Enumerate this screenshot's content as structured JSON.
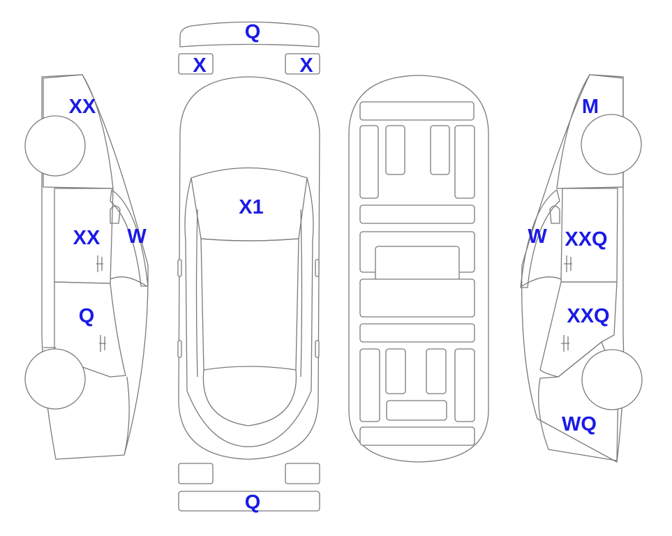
{
  "colors": {
    "damaged": "#f9a62b",
    "glass": "#dff3fa",
    "label": "#1a1ae6",
    "outline": "#7a7a7a"
  },
  "labels": {
    "front_bumper": "Q",
    "front_left_lamp": "X",
    "front_right_lamp": "X",
    "hood": "X1",
    "rear_bumper": "Q",
    "left_front_fender": "XX",
    "left_front_door": "XX",
    "left_a_pillar": "W",
    "left_rear_door": "Q",
    "right_front_fender": "M",
    "right_a_pillar": "W",
    "right_front_door": "XXQ",
    "right_rear_door": "XXQ",
    "right_quarter_panel": "WQ"
  }
}
